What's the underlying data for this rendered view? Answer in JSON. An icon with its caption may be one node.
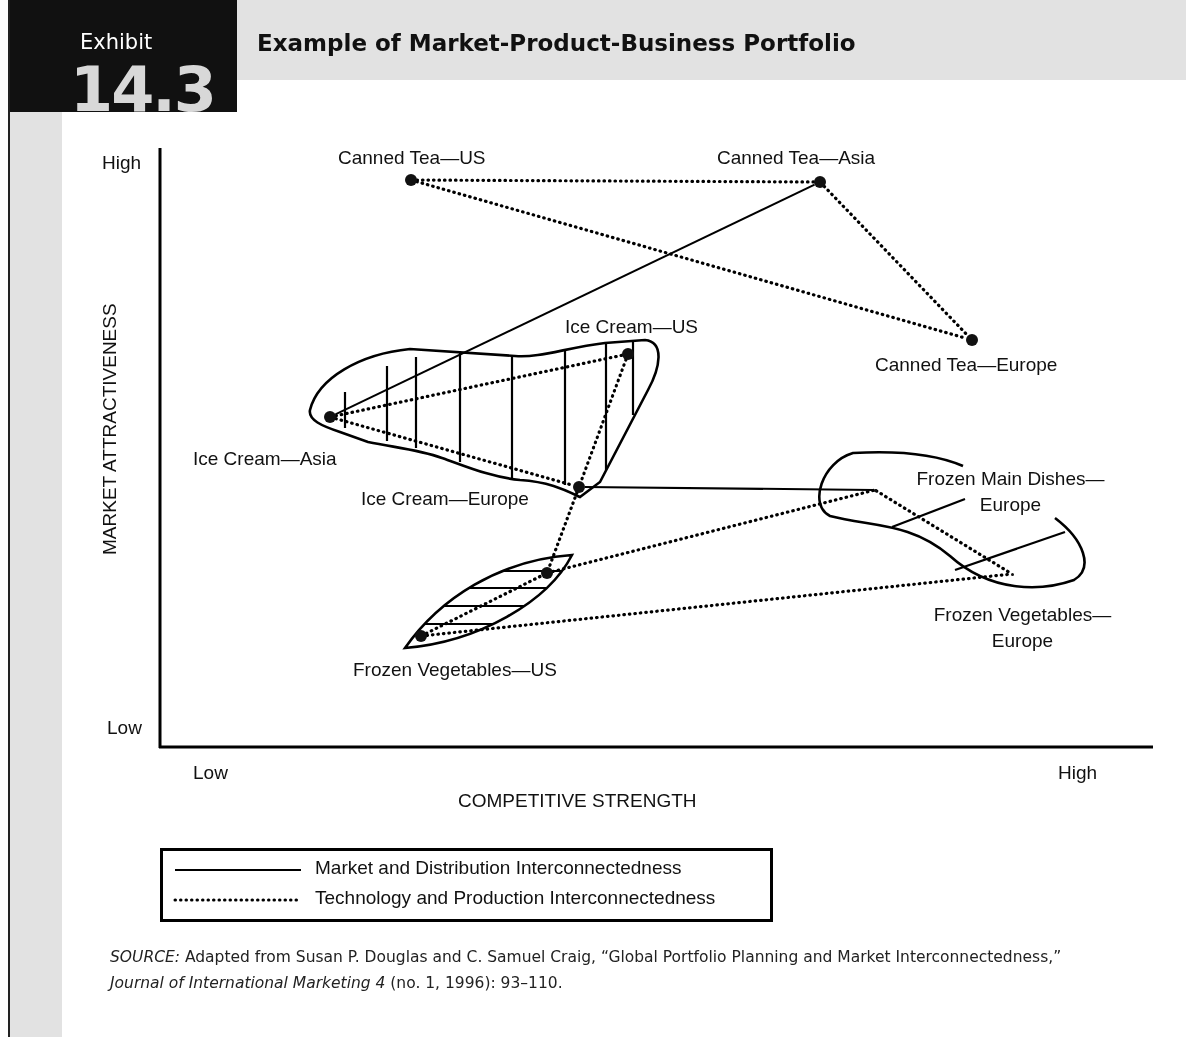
{
  "diagram": {
    "title": "Example of Market-Product-Business Portfolio",
    "caption": "*SOURCE:* Adapted from Susan P. Douglas and C. Samuel Craig, “Global Portfolio Planning and Market Interconnectedness,” *Journal of International Marketing 4* (no. 1, 1996): 93–110.",
    "nodes": [
      {
        "text": [],
        "shape": "circle",
        "beside": [
          "Canned Tea—US"
        ]
      },
      {
        "text": [],
        "shape": "circle",
        "beside": [
          "Canned Tea—Asia"
        ]
      },
      {
        "text": [],
        "shape": "circle",
        "beside": [
          "Canned Tea—Europe"
        ]
      },
      {
        "text": [],
        "shape": "circle",
        "beside": [
          "Ice Cream—US"
        ]
      },
      {
        "text": [],
        "shape": "circle",
        "beside": [
          "Ice Cream—Asia"
        ]
      },
      {
        "text": [],
        "shape": "circle",
        "beside": [
          "Ice Cream—Europe"
        ]
      },
      {
        "text": [],
        "shape": "point",
        "beside": [
          "Frozen Main Dishes— Europe"
        ]
      },
      {
        "text": [],
        "shape": "circle"
      },
      {
        "text": [],
        "shape": "point",
        "beside": [
          "Frozen Vegetables— Europe"
        ]
      },
      {
        "text": [],
        "shape": "circle",
        "beside": [
          "Frozen Vegetables—US"
        ]
      }
    ],
    "edges": [
      {
        "from": 0,
        "to": 1,
        "arrow": "none",
        "style": "dashed"
      },
      {
        "from": 0,
        "to": 2,
        "arrow": "none",
        "style": "dashed"
      },
      {
        "from": 1,
        "to": 2,
        "arrow": "none",
        "style": "dashed"
      },
      {
        "from": 1,
        "to": 4,
        "arrow": "none"
      },
      {
        "from": 4,
        "to": 3,
        "arrow": "none",
        "style": "dashed"
      },
      {
        "from": 4,
        "to": 5,
        "arrow": "none",
        "style": "dashed"
      },
      {
        "from": 3,
        "to": 5,
        "arrow": "none",
        "style": "dashed"
      },
      {
        "from": 5,
        "to": 6,
        "arrow": "none"
      },
      {
        "from": 5,
        "to": 7,
        "arrow": "none",
        "style": "dashed"
      },
      {
        "from": 7,
        "to": 6,
        "arrow": "none",
        "style": "dashed"
      },
      {
        "from": 6,
        "to": 8,
        "arrow": "none",
        "style": "dashed"
      },
      {
        "from": 9,
        "to": 7,
        "arrow": "none",
        "style": "dashed"
      },
      {
        "from": 9,
        "to": 8,
        "arrow": "none",
        "style": "dashed"
      }
    ],
    "labels": [
      "Exhibit",
      "14.3",
      "High",
      "Low",
      "MARKET ATTRACTIVENESS",
      "Low",
      "High",
      "COMPETITIVE STRENGTH"
    ],
    "legend": [
      {
        "text": "Market and Distribution Interconnectedness"
      },
      {
        "text": "Technology and Production Interconnectedness"
      }
    ]
  }
}
